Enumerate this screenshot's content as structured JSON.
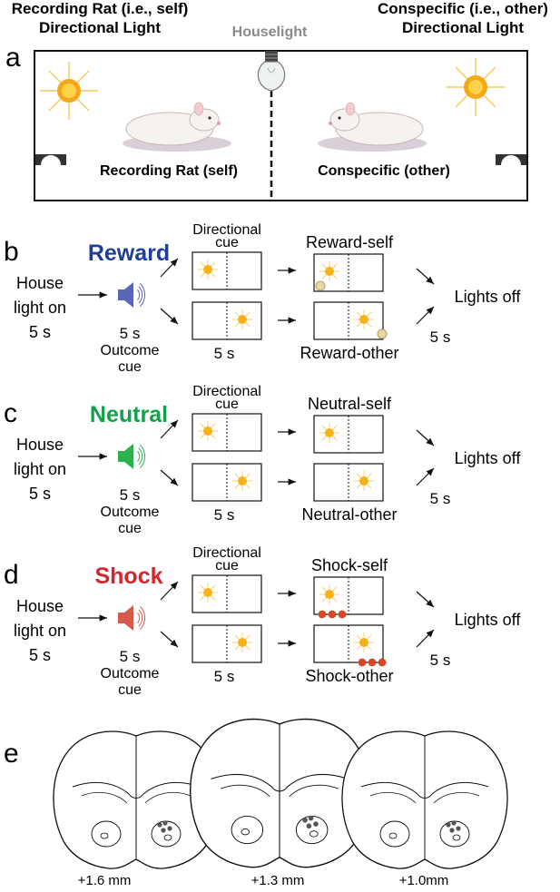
{
  "panel_a": {
    "letter": "a",
    "title_self": [
      "Recording Rat (i.e., self)",
      "Directional Light"
    ],
    "title_other": [
      "Conspecific (i.e., other)",
      "Directional Light"
    ],
    "houselight": "Houselight",
    "label_self": "Recording Rat (self)",
    "label_other": "Conspecific (other)"
  },
  "panels": [
    {
      "letter": "b",
      "outcome": "Reward",
      "color": "#1f3d99",
      "speaker_color": "#5965b5",
      "house": [
        "House",
        "light on",
        "5 s"
      ],
      "cue_time": "5 s",
      "cue": [
        "Outcome",
        "cue"
      ],
      "directional": [
        "Directional",
        "cue"
      ],
      "dir_time": "5 s",
      "self_label": "Reward-self",
      "other_label": "Reward-other",
      "lights_off": "Lights off",
      "off_time": "5 s",
      "marker": "pellet"
    },
    {
      "letter": "c",
      "outcome": "Neutral",
      "color": "#12a14a",
      "speaker_color": "#2bb24f",
      "house": [
        "House",
        "light on",
        "5 s"
      ],
      "cue_time": "5 s",
      "cue": [
        "Outcome",
        "cue"
      ],
      "directional": [
        "Directional",
        "cue"
      ],
      "dir_time": "5 s",
      "self_label": "Neutral-self",
      "other_label": "Neutral-other",
      "lights_off": "Lights off",
      "off_time": "5 s",
      "marker": "none"
    },
    {
      "letter": "d",
      "outcome": "Shock",
      "color": "#d3262e",
      "speaker_color": "#d65a4c",
      "house": [
        "House",
        "light on",
        "5 s"
      ],
      "cue_time": "5 s",
      "cue": [
        "Outcome",
        "cue"
      ],
      "directional": [
        "Directional",
        "cue"
      ],
      "dir_time": "5 s",
      "self_label": "Shock-self",
      "other_label": "Shock-other",
      "lights_off": "Lights off",
      "off_time": "5 s",
      "marker": "shock"
    }
  ],
  "panel_e": {
    "letter": "e",
    "sections": [
      {
        "label": "+1.6 mm",
        "sites": 4
      },
      {
        "label": "+1.3 mm",
        "sites": 4
      },
      {
        "label": "+1.0mm",
        "sites": 4
      }
    ]
  },
  "colors": {
    "sun": "#f5b21a",
    "sun_ray": "#f7d16a",
    "pellet": "#e8d9a2",
    "shock": "#d9481e",
    "site": "#555555"
  }
}
